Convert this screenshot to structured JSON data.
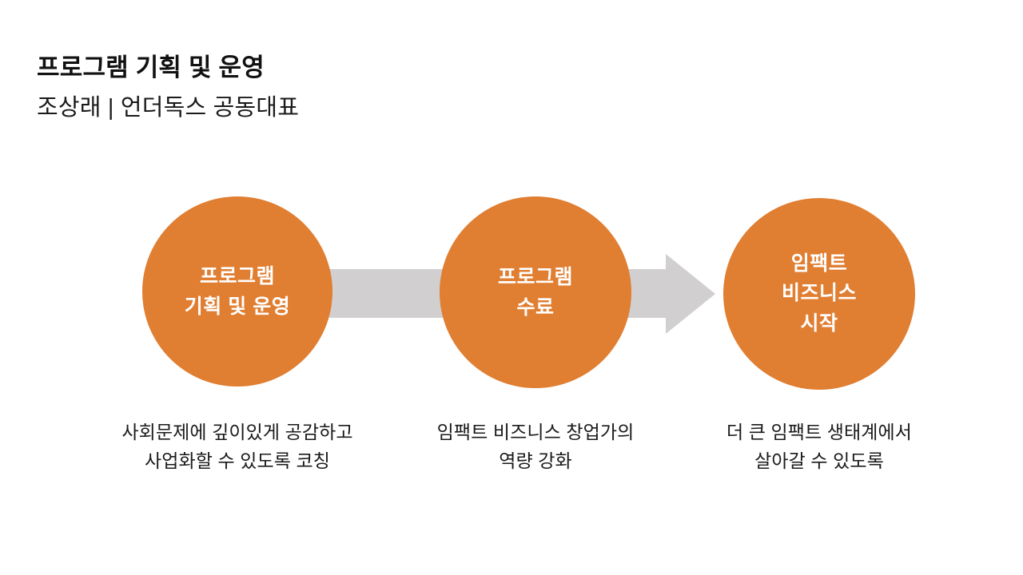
{
  "header": {
    "title": "프로그램 기획 및 운영",
    "subtitle": "조상래 | 언더독스 공동대표"
  },
  "colors": {
    "node_fill": "#E07E31",
    "arrow_fill": "#D1CFCF",
    "node_text": "#FFFFFF",
    "body_text": "#1A1A1A",
    "background": "#FFFFFF"
  },
  "diagram": {
    "type": "process-flow",
    "direction": "left-to-right",
    "nodes": [
      {
        "id": "node-1",
        "label": "프로그램\n기획 및 운영",
        "caption": "사회문제에 깊이있게 공감하고\n사업화할 수 있도록 코칭"
      },
      {
        "id": "node-2",
        "label": "프로그램\n수료",
        "caption": "임팩트 비즈니스 창업가의\n역량 강화"
      },
      {
        "id": "node-3",
        "label": "임팩트\n비즈니스\n시작",
        "caption": "더 큰 임팩트 생태계에서\n살아갈 수 있도록"
      }
    ],
    "connector": {
      "name": "right-arrow",
      "from": "node-1",
      "to": "node-3"
    }
  }
}
